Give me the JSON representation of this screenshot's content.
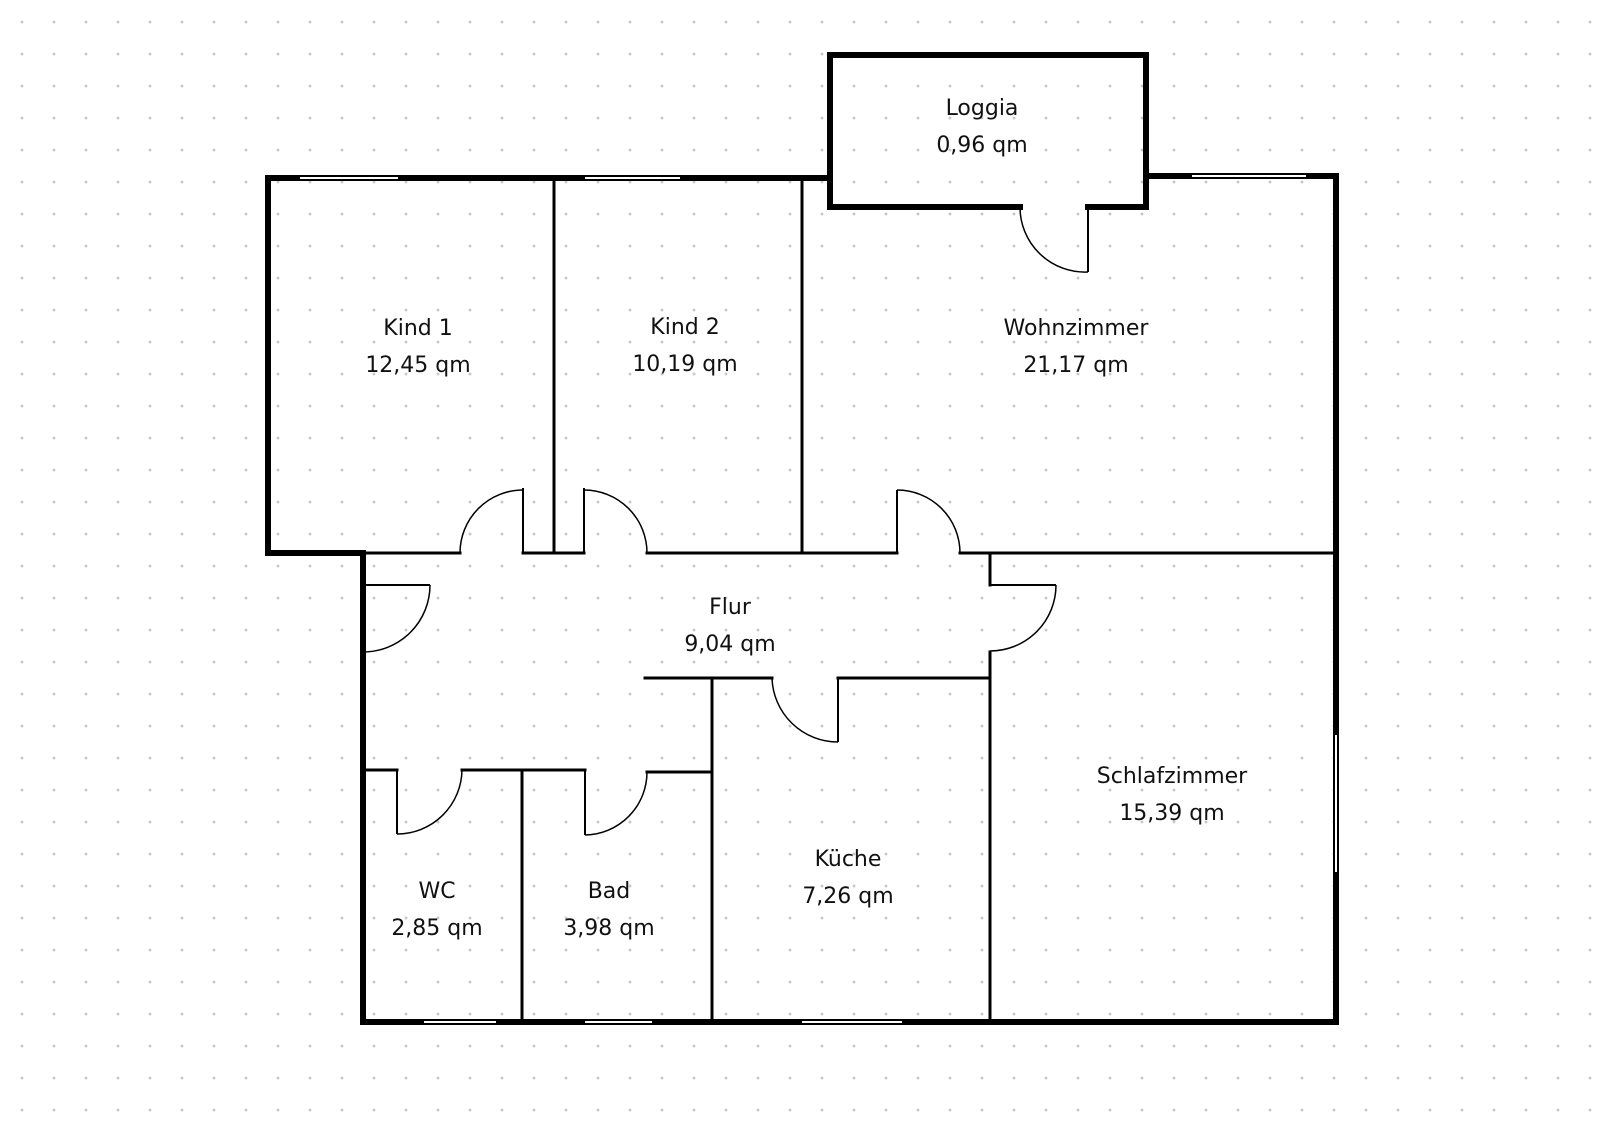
{
  "rooms": [
    {
      "id": "loggia",
      "name": "Loggia",
      "area": "0,96 qm"
    },
    {
      "id": "kind1",
      "name": "Kind 1",
      "area": "12,45 qm"
    },
    {
      "id": "kind2",
      "name": "Kind 2",
      "area": "10,19 qm"
    },
    {
      "id": "wohnzimmer",
      "name": "Wohnzimmer",
      "area": "21,17 qm"
    },
    {
      "id": "flur",
      "name": "Flur",
      "area": "9,04 qm"
    },
    {
      "id": "schlafzimmer",
      "name": "Schlafzimmer",
      "area": "15,39 qm"
    },
    {
      "id": "kueche",
      "name": "Küche",
      "area": "7,26 qm"
    },
    {
      "id": "wc",
      "name": "WC",
      "area": "2,85 qm"
    },
    {
      "id": "bad",
      "name": "Bad",
      "area": "3,98 qm"
    }
  ]
}
